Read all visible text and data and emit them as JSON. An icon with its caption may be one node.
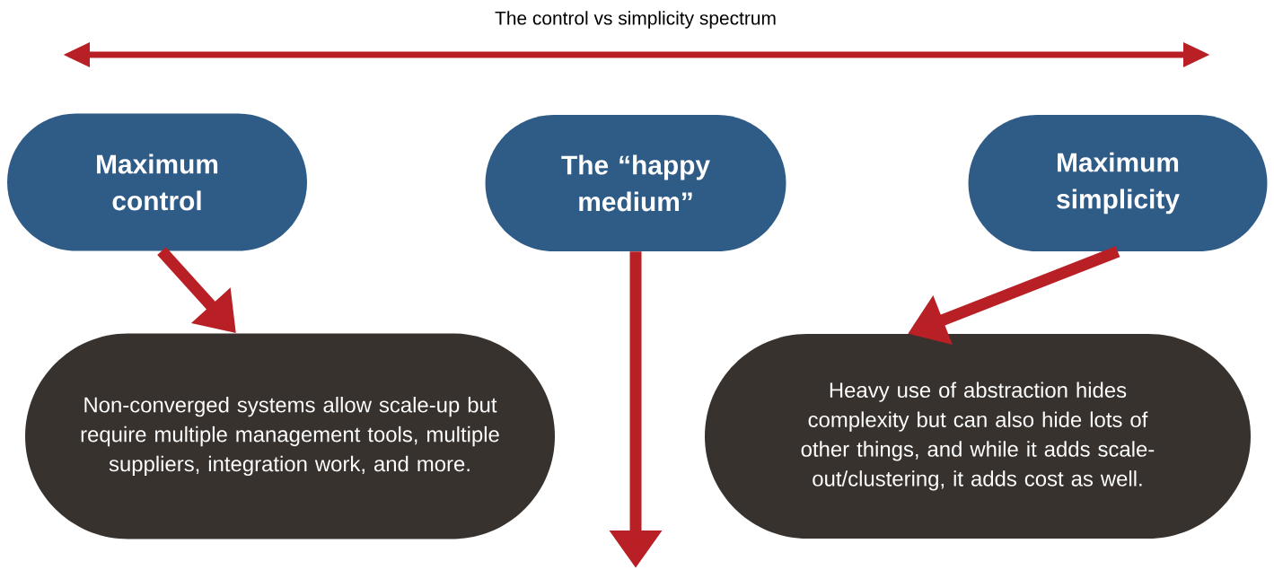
{
  "diagram": {
    "title": "The control vs simplicity spectrum",
    "nodes": [
      {
        "text": [
          "Maximum control"
        ]
      },
      {
        "text": [
          "The “happy medium”"
        ]
      },
      {
        "text": [
          "Maximum simplicity"
        ]
      },
      {
        "text": [
          "Non-converged systems allow scale-up but require multiple management tools, multiple suppliers, integration work, and more."
        ]
      },
      {
        "text": [
          "Heavy use of abstraction hides complexity but can also hide lots of other things, and while it adds scale-out/clustering, it adds cost as well."
        ]
      }
    ],
    "edges": [
      {
        "from": 0,
        "to": 3,
        "arrow": "to"
      },
      {
        "from": 1,
        "to": null,
        "arrow": "to"
      },
      {
        "from": 2,
        "to": 4,
        "arrow": "to"
      }
    ]
  }
}
